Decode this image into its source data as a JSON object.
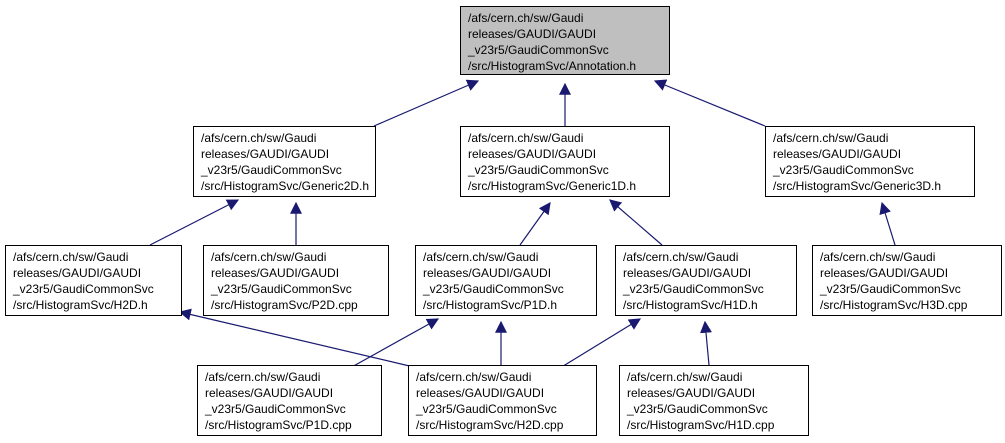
{
  "colors": {
    "edge": "#191970",
    "root_fill": "#bfbfbf",
    "node_fill": "#ffffff",
    "border": "#000000"
  },
  "nodes": [
    {
      "id": "annotation",
      "role": "root",
      "lines": [
        "/afs/cern.ch/sw/Gaudi",
        "releases/GAUDI/GAUDI",
        "_v23r5/GaudiCommonSvc",
        "/src/HistogramSvc/Annotation.h"
      ]
    },
    {
      "id": "generic2d",
      "lines": [
        "/afs/cern.ch/sw/Gaudi",
        "releases/GAUDI/GAUDI",
        "_v23r5/GaudiCommonSvc",
        "/src/HistogramSvc/Generic2D.h"
      ]
    },
    {
      "id": "generic1d",
      "lines": [
        "/afs/cern.ch/sw/Gaudi",
        "releases/GAUDI/GAUDI",
        "_v23r5/GaudiCommonSvc",
        "/src/HistogramSvc/Generic1D.h"
      ]
    },
    {
      "id": "generic3d",
      "lines": [
        "/afs/cern.ch/sw/Gaudi",
        "releases/GAUDI/GAUDI",
        "_v23r5/GaudiCommonSvc",
        "/src/HistogramSvc/Generic3D.h"
      ]
    },
    {
      "id": "h2d_h",
      "lines": [
        "/afs/cern.ch/sw/Gaudi",
        "releases/GAUDI/GAUDI",
        "_v23r5/GaudiCommonSvc",
        "/src/HistogramSvc/H2D.h"
      ]
    },
    {
      "id": "p2d_cpp",
      "lines": [
        "/afs/cern.ch/sw/Gaudi",
        "releases/GAUDI/GAUDI",
        "_v23r5/GaudiCommonSvc",
        "/src/HistogramSvc/P2D.cpp"
      ]
    },
    {
      "id": "p1d_h",
      "lines": [
        "/afs/cern.ch/sw/Gaudi",
        "releases/GAUDI/GAUDI",
        "_v23r5/GaudiCommonSvc",
        "/src/HistogramSvc/P1D.h"
      ]
    },
    {
      "id": "h1d_h",
      "lines": [
        "/afs/cern.ch/sw/Gaudi",
        "releases/GAUDI/GAUDI",
        "_v23r5/GaudiCommonSvc",
        "/src/HistogramSvc/H1D.h"
      ]
    },
    {
      "id": "h3d_cpp",
      "lines": [
        "/afs/cern.ch/sw/Gaudi",
        "releases/GAUDI/GAUDI",
        "_v23r5/GaudiCommonSvc",
        "/src/HistogramSvc/H3D.cpp"
      ]
    },
    {
      "id": "p1d_cpp",
      "lines": [
        "/afs/cern.ch/sw/Gaudi",
        "releases/GAUDI/GAUDI",
        "_v23r5/GaudiCommonSvc",
        "/src/HistogramSvc/P1D.cpp"
      ]
    },
    {
      "id": "h2d_cpp",
      "lines": [
        "/afs/cern.ch/sw/Gaudi",
        "releases/GAUDI/GAUDI",
        "_v23r5/GaudiCommonSvc",
        "/src/HistogramSvc/H2D.cpp"
      ]
    },
    {
      "id": "h1d_cpp",
      "lines": [
        "/afs/cern.ch/sw/Gaudi",
        "releases/GAUDI/GAUDI",
        "_v23r5/GaudiCommonSvc",
        "/src/HistogramSvc/H1D.cpp"
      ]
    }
  ],
  "edges": [
    {
      "from": "generic2d",
      "to": "annotation"
    },
    {
      "from": "generic1d",
      "to": "annotation"
    },
    {
      "from": "generic3d",
      "to": "annotation"
    },
    {
      "from": "h2d_h",
      "to": "generic2d"
    },
    {
      "from": "p2d_cpp",
      "to": "generic2d"
    },
    {
      "from": "p1d_h",
      "to": "generic1d"
    },
    {
      "from": "h1d_h",
      "to": "generic1d"
    },
    {
      "from": "h3d_cpp",
      "to": "generic3d"
    },
    {
      "from": "h2d_cpp",
      "to": "h2d_h"
    },
    {
      "from": "p1d_cpp",
      "to": "p1d_h"
    },
    {
      "from": "h2d_cpp",
      "to": "p1d_h"
    },
    {
      "from": "h2d_cpp",
      "to": "h1d_h"
    },
    {
      "from": "h1d_cpp",
      "to": "h1d_h"
    }
  ]
}
